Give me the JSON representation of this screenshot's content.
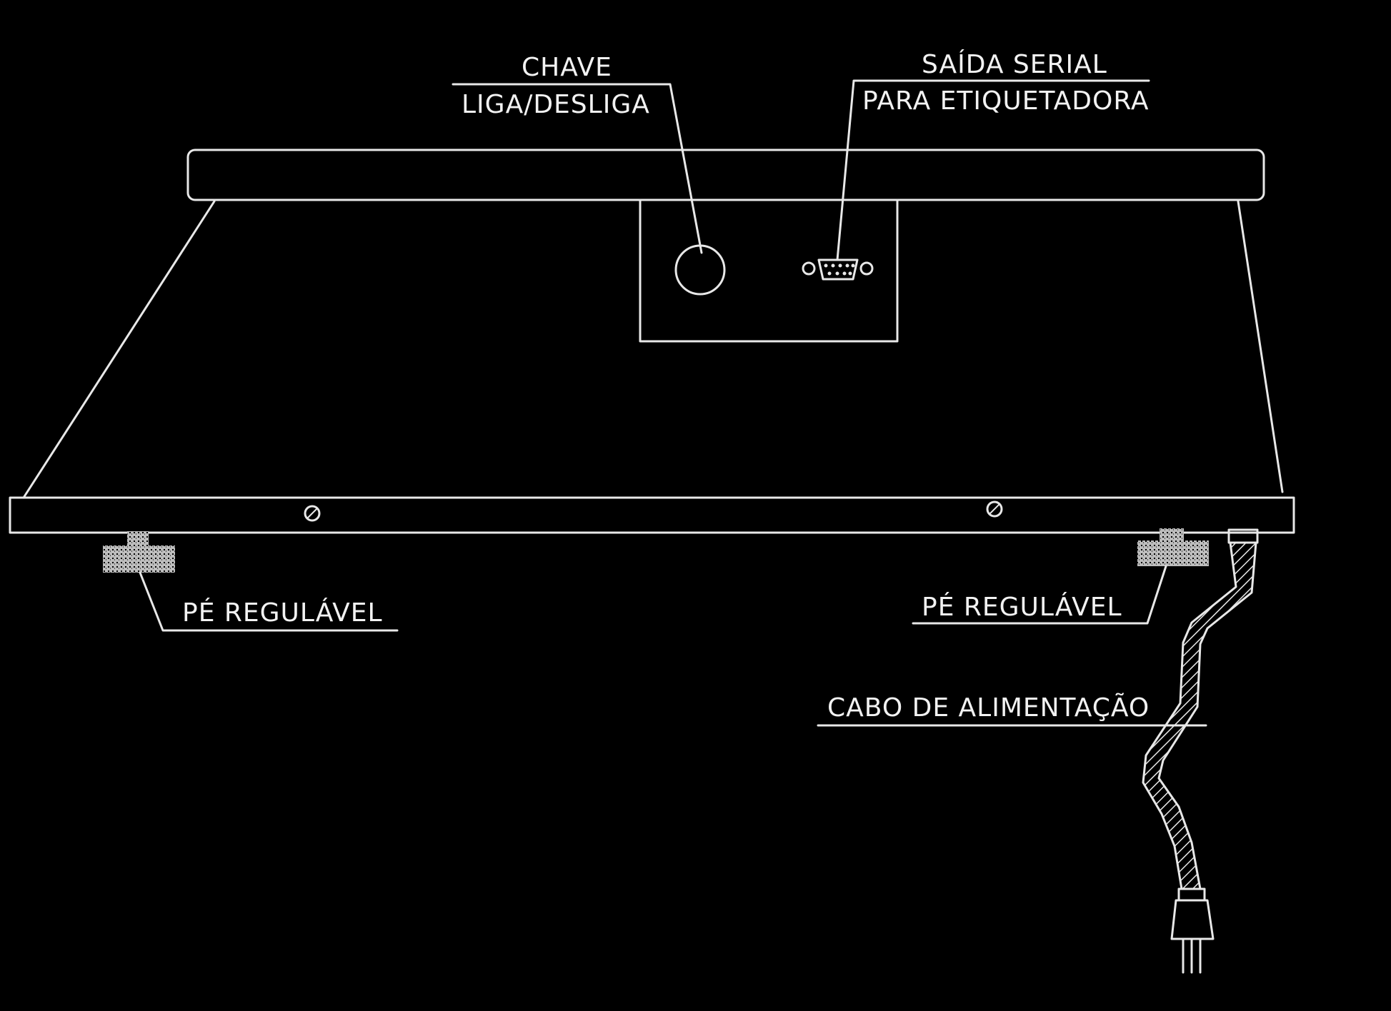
{
  "labels": {
    "switch_line1": "CHAVE",
    "switch_line2": "LIGA/DESLIGA",
    "serial_line1": "SAÍDA SERIAL",
    "serial_line2": "PARA ETIQUETADORA",
    "foot_left": "PÉ REGULÁVEL",
    "foot_right": "PÉ REGULÁVEL",
    "power_cable": "CABO DE ALIMENTAÇÃO"
  },
  "colors": {
    "background": "#000000",
    "linework": "#e8e8e8"
  }
}
